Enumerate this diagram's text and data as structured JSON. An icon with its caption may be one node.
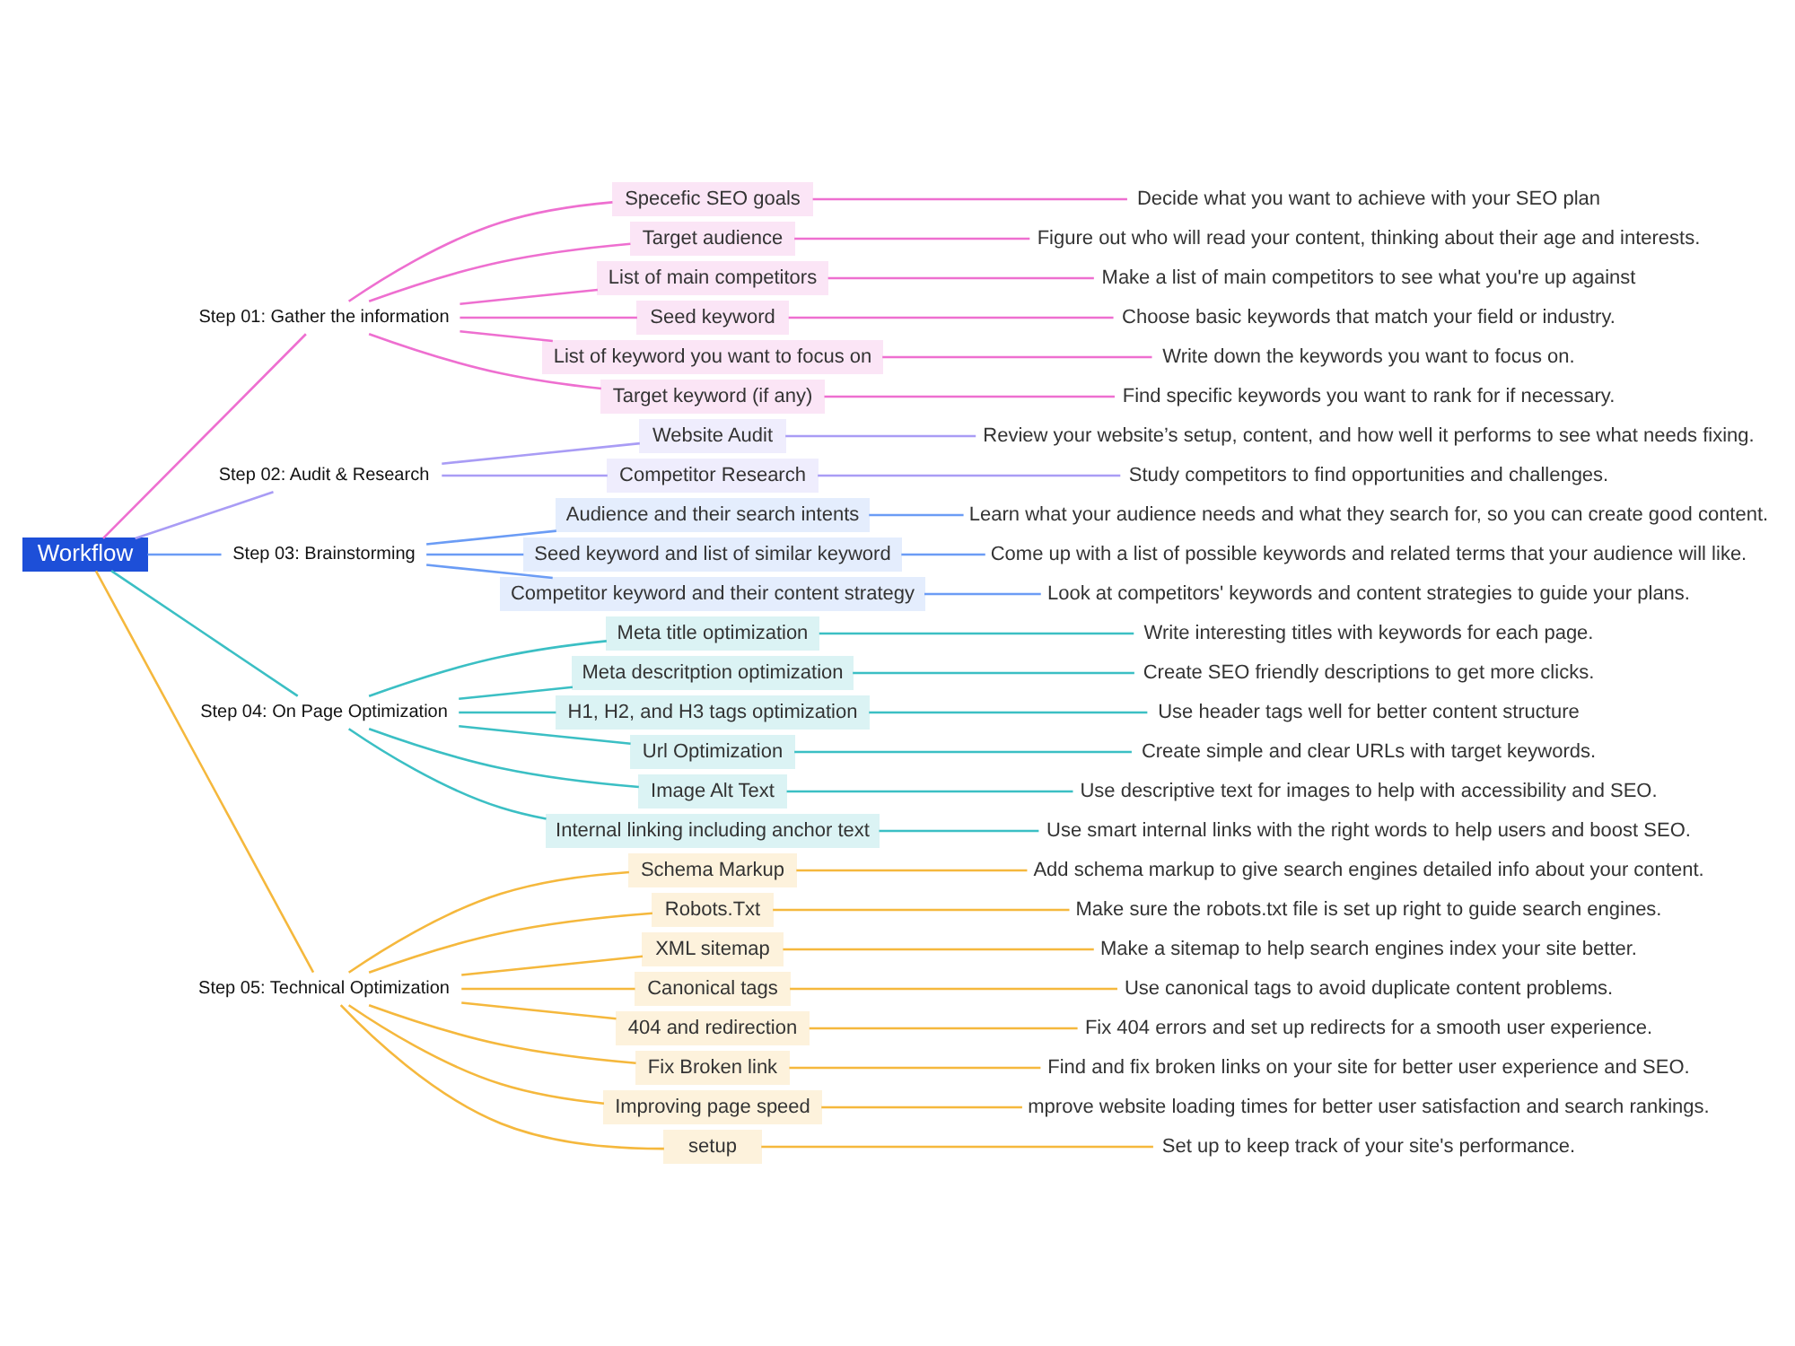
{
  "diagram": {
    "nodes": [
      {
        "text": [
          "Workflow"
        ]
      },
      {
        "text": [
          "Step 01: Gather the information"
        ]
      },
      {
        "text": [
          "Specefic SEO goals"
        ]
      },
      {
        "text": [
          "Decide what you want to achieve with your SEO plan"
        ]
      },
      {
        "text": [
          "Target audience"
        ]
      },
      {
        "text": [
          "Figure out who will read your content, thinking about their age and interests."
        ]
      },
      {
        "text": [
          "List of main competitors"
        ]
      },
      {
        "text": [
          "Make a list of main competitors to see what you're up against"
        ]
      },
      {
        "text": [
          "Seed keyword"
        ]
      },
      {
        "text": [
          "Choose basic keywords that match your field or industry."
        ]
      },
      {
        "text": [
          "List of keyword you want to focus on"
        ]
      },
      {
        "text": [
          "Write down the keywords you want to focus on."
        ]
      },
      {
        "text": [
          "Target keyword (if any)"
        ]
      },
      {
        "text": [
          "Find specific keywords you want to rank for if necessary."
        ]
      },
      {
        "text": [
          "Step 02: Audit & Research"
        ]
      },
      {
        "text": [
          "Website Audit"
        ]
      },
      {
        "text": [
          "Review your website’s setup, content, and how well it performs to see what needs fixing."
        ]
      },
      {
        "text": [
          "Competitor Research"
        ]
      },
      {
        "text": [
          "Study competitors to find opportunities and challenges."
        ]
      },
      {
        "text": [
          "Step 03: Brainstorming"
        ]
      },
      {
        "text": [
          "Audience and their search intents"
        ]
      },
      {
        "text": [
          "Learn what your audience needs and what they search for, so you can create good content."
        ]
      },
      {
        "text": [
          "Seed keyword and list of similar keyword"
        ]
      },
      {
        "text": [
          "Come up with a list of possible keywords and related terms that your audience will like."
        ]
      },
      {
        "text": [
          "Competitor keyword and their content strategy"
        ]
      },
      {
        "text": [
          "Look at competitors' keywords and content strategies to guide your plans."
        ]
      },
      {
        "text": [
          "Step 04: On Page Optimization"
        ]
      },
      {
        "text": [
          "Meta title optimization"
        ]
      },
      {
        "text": [
          "Write interesting titles with keywords for each page."
        ]
      },
      {
        "text": [
          "Meta descritption optimization"
        ]
      },
      {
        "text": [
          "Create SEO friendly descriptions to get more clicks."
        ]
      },
      {
        "text": [
          "H1, H2, and H3 tags optimization"
        ]
      },
      {
        "text": [
          "Use header tags well for better content structure"
        ]
      },
      {
        "text": [
          "Url Optimization"
        ]
      },
      {
        "text": [
          "Create simple and clear URLs with target keywords."
        ]
      },
      {
        "text": [
          "Image Alt Text"
        ]
      },
      {
        "text": [
          "Use descriptive text for images to help with accessibility and SEO."
        ]
      },
      {
        "text": [
          "Internal linking including anchor text"
        ]
      },
      {
        "text": [
          "Use smart internal links with the right words to help users and boost SEO."
        ]
      },
      {
        "text": [
          "Step 05: Technical Optimization"
        ]
      },
      {
        "text": [
          "Schema Markup"
        ]
      },
      {
        "text": [
          "Add schema markup to give search engines detailed info about your content."
        ]
      },
      {
        "text": [
          "Robots.Txt"
        ]
      },
      {
        "text": [
          "Make sure the robots.txt file is set up right to guide search engines."
        ]
      },
      {
        "text": [
          "XML sitemap"
        ]
      },
      {
        "text": [
          "Make a sitemap to help search engines index your site better."
        ]
      },
      {
        "text": [
          "Canonical tags"
        ]
      },
      {
        "text": [
          "Use canonical tags to avoid duplicate content problems."
        ]
      },
      {
        "text": [
          "404 and redirection"
        ]
      },
      {
        "text": [
          "Fix 404 errors and set up redirects for a smooth user experience."
        ]
      },
      {
        "text": [
          "Fix Broken link"
        ]
      },
      {
        "text": [
          "Find and fix broken links on your site for better user experience and SEO."
        ]
      },
      {
        "text": [
          "Improving page speed"
        ]
      },
      {
        "text": [
          "mprove website loading times for better user satisfaction and search rankings."
        ]
      },
      {
        "text": [
          "setup"
        ]
      },
      {
        "text": [
          "Set up to keep track of your site's performance."
        ]
      }
    ],
    "edges": [
      {
        "from": 0,
        "to": 1,
        "arrow": "none",
        "color": "#ee6fd0"
      },
      {
        "from": 1,
        "to": 2,
        "arrow": "none",
        "color": "#ee6fd0"
      },
      {
        "from": 2,
        "to": 3,
        "arrow": "none",
        "color": "#ee6fd0"
      },
      {
        "from": 1,
        "to": 4,
        "arrow": "none",
        "color": "#ee6fd0"
      },
      {
        "from": 4,
        "to": 5,
        "arrow": "none",
        "color": "#ee6fd0"
      },
      {
        "from": 1,
        "to": 6,
        "arrow": "none",
        "color": "#ee6fd0"
      },
      {
        "from": 6,
        "to": 7,
        "arrow": "none",
        "color": "#ee6fd0"
      },
      {
        "from": 1,
        "to": 8,
        "arrow": "none",
        "color": "#ee6fd0"
      },
      {
        "from": 8,
        "to": 9,
        "arrow": "none",
        "color": "#ee6fd0"
      },
      {
        "from": 1,
        "to": 10,
        "arrow": "none",
        "color": "#ee6fd0"
      },
      {
        "from": 10,
        "to": 11,
        "arrow": "none",
        "color": "#ee6fd0"
      },
      {
        "from": 1,
        "to": 12,
        "arrow": "none",
        "color": "#ee6fd0"
      },
      {
        "from": 12,
        "to": 13,
        "arrow": "none",
        "color": "#ee6fd0"
      },
      {
        "from": 0,
        "to": 14,
        "arrow": "none",
        "color": "#a99cf5"
      },
      {
        "from": 14,
        "to": 15,
        "arrow": "none",
        "color": "#a99cf5"
      },
      {
        "from": 15,
        "to": 16,
        "arrow": "none",
        "color": "#a99cf5"
      },
      {
        "from": 14,
        "to": 17,
        "arrow": "none",
        "color": "#a99cf5"
      },
      {
        "from": 17,
        "to": 18,
        "arrow": "none",
        "color": "#a99cf5"
      },
      {
        "from": 0,
        "to": 19,
        "arrow": "none",
        "color": "#6b9cf5"
      },
      {
        "from": 19,
        "to": 20,
        "arrow": "none",
        "color": "#6b9cf5"
      },
      {
        "from": 20,
        "to": 21,
        "arrow": "none",
        "color": "#6b9cf5"
      },
      {
        "from": 19,
        "to": 22,
        "arrow": "none",
        "color": "#6b9cf5"
      },
      {
        "from": 22,
        "to": 23,
        "arrow": "none",
        "color": "#6b9cf5"
      },
      {
        "from": 19,
        "to": 24,
        "arrow": "none",
        "color": "#6b9cf5"
      },
      {
        "from": 24,
        "to": 25,
        "arrow": "none",
        "color": "#6b9cf5"
      },
      {
        "from": 0,
        "to": 26,
        "arrow": "none",
        "color": "#3bbfc4"
      },
      {
        "from": 26,
        "to": 27,
        "arrow": "none",
        "color": "#3bbfc4"
      },
      {
        "from": 27,
        "to": 28,
        "arrow": "none",
        "color": "#3bbfc4"
      },
      {
        "from": 26,
        "to": 29,
        "arrow": "none",
        "color": "#3bbfc4"
      },
      {
        "from": 29,
        "to": 30,
        "arrow": "none",
        "color": "#3bbfc4"
      },
      {
        "from": 26,
        "to": 31,
        "arrow": "none",
        "color": "#3bbfc4"
      },
      {
        "from": 31,
        "to": 32,
        "arrow": "none",
        "color": "#3bbfc4"
      },
      {
        "from": 26,
        "to": 33,
        "arrow": "none",
        "color": "#3bbfc4"
      },
      {
        "from": 33,
        "to": 34,
        "arrow": "none",
        "color": "#3bbfc4"
      },
      {
        "from": 26,
        "to": 35,
        "arrow": "none",
        "color": "#3bbfc4"
      },
      {
        "from": 35,
        "to": 36,
        "arrow": "none",
        "color": "#3bbfc4"
      },
      {
        "from": 26,
        "to": 37,
        "arrow": "none",
        "color": "#3bbfc4"
      },
      {
        "from": 37,
        "to": 38,
        "arrow": "none",
        "color": "#3bbfc4"
      },
      {
        "from": 0,
        "to": 39,
        "arrow": "none",
        "color": "#f5b83d"
      },
      {
        "from": 39,
        "to": 40,
        "arrow": "none",
        "color": "#f5b83d"
      },
      {
        "from": 40,
        "to": 41,
        "arrow": "none",
        "color": "#f5b83d"
      },
      {
        "from": 39,
        "to": 42,
        "arrow": "none",
        "color": "#f5b83d"
      },
      {
        "from": 42,
        "to": 43,
        "arrow": "none",
        "color": "#f5b83d"
      },
      {
        "from": 39,
        "to": 44,
        "arrow": "none",
        "color": "#f5b83d"
      },
      {
        "from": 44,
        "to": 45,
        "arrow": "none",
        "color": "#f5b83d"
      },
      {
        "from": 39,
        "to": 46,
        "arrow": "none",
        "color": "#f5b83d"
      },
      {
        "from": 46,
        "to": 47,
        "arrow": "none",
        "color": "#f5b83d"
      },
      {
        "from": 39,
        "to": 48,
        "arrow": "none",
        "color": "#f5b83d"
      },
      {
        "from": 48,
        "to": 49,
        "arrow": "none",
        "color": "#f5b83d"
      },
      {
        "from": 39,
        "to": 50,
        "arrow": "none",
        "color": "#f5b83d"
      },
      {
        "from": 50,
        "to": 51,
        "arrow": "none",
        "color": "#f5b83d"
      },
      {
        "from": 39,
        "to": 52,
        "arrow": "none",
        "color": "#f5b83d"
      },
      {
        "from": 52,
        "to": 53,
        "arrow": "none",
        "color": "#f5b83d"
      },
      {
        "from": 39,
        "to": 54,
        "arrow": "none",
        "color": "#f5b83d"
      },
      {
        "from": 54,
        "to": 55,
        "arrow": "none",
        "color": "#f5b83d"
      }
    ]
  }
}
